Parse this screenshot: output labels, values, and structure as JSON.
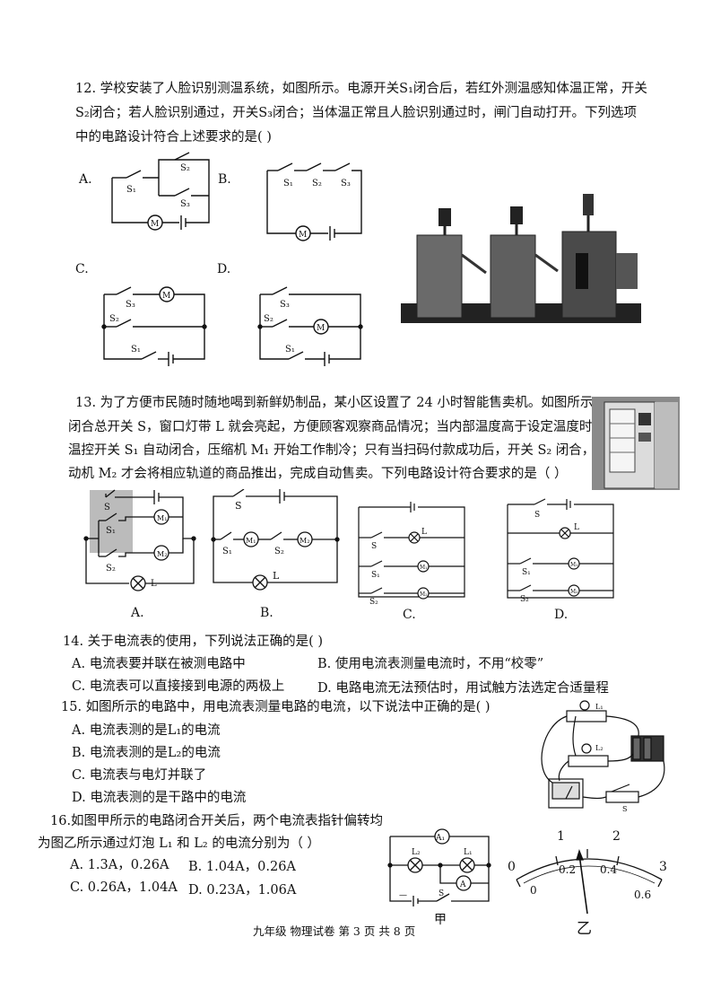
{
  "q12": {
    "line1": "12. 学校安装了人脸识别测温系统，如图所示。电源开关S₁闭合后，若红外测温感知体温正常，开关",
    "line2": "S₂闭合；若人脸识别通过，开关S₃闭合；当体温正常且人脸识别通过时，闸门自动打开。下列选项",
    "line3": "中的电路设计符合上述要求的是(        )",
    "options": [
      "A.",
      "B.",
      "C.",
      "D."
    ]
  },
  "q13": {
    "line1": "13. 为了方便市民随时随地喝到新鲜奶制品，某小区设置了 24 小时智能售卖机。如图所示。",
    "line2": "闭合总开关 S，窗口灯带 L 就会亮起，方便顾客观察商品情况；当内部温度高于设定温度时，",
    "line3": "温控开关 S₁ 自动闭合，压缩机 M₁ 开始工作制冷；只有当扫码付款成功后，开关 S₂ 闭合，电",
    "line4": "动机 M₂ 才会将相应轨道的商品推出，完成自动售卖。下列电路设计符合要求的是（        ）",
    "options": [
      "A.",
      "B.",
      "C.",
      "D."
    ]
  },
  "q14": {
    "stem": "14. 关于电流表的使用，下列说法正确的是(        )",
    "a": "A. 电流表要并联在被测电路中",
    "b": "B. 使用电流表测量电流时，不用“校零”",
    "c": "C. 电流表可以直接接到电源的两极上",
    "d": "D. 电路电流无法预估时，用试触方法选定合适量程"
  },
  "q15": {
    "stem": "15. 如图所示的电路中，用电流表测量电路的电流，以下说法中正确的是(        )",
    "a": "A. 电流表测的是L₁的电流",
    "b": "B. 电流表测的是L₂的电流",
    "c": "C. 电流表与电灯并联了",
    "d": "D. 电流表测的是干路中的电流"
  },
  "q16": {
    "line1": "16.如图甲所示的电路闭合开关后，两个电流表指针偏转均",
    "line2": "为图乙所示通过灯泡 L₁ 和 L₂ 的电流分别为（        ）",
    "a": "A. 1.3A，0.26A",
    "b": "B. 1.04A，0.26A",
    "c": "C. 0.26A，1.04A",
    "d": "D. 0.23A，1.06A",
    "fig_jia": "甲",
    "fig_yi": "乙",
    "scale_top": [
      "0",
      "1",
      "2",
      "3"
    ],
    "scale_bottom": [
      "0",
      "0.2",
      "0.4",
      "0.6"
    ]
  },
  "footer": "九年级  物理试卷  第 3 页 共 8 页"
}
